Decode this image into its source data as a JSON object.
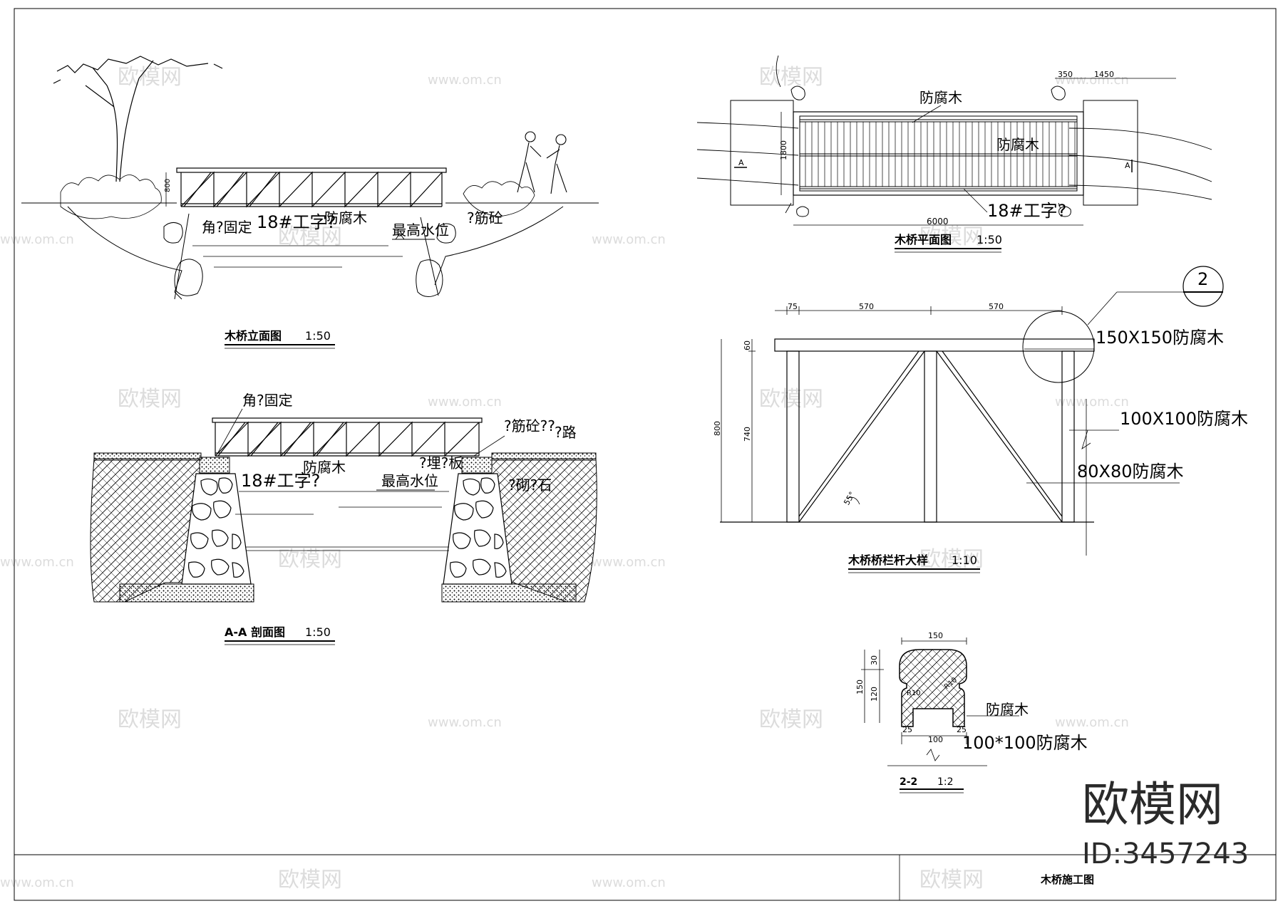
{
  "drawing_title": "木桥施工图",
  "watermark": {
    "brand": "欧模网",
    "site": "www.om.cn",
    "id": "ID:3457243"
  },
  "views": {
    "elevation": {
      "title": "木桥立面图",
      "scale": "1:50",
      "dim_height": "800",
      "labels": [
        "角?固定",
        "18#工字?",
        "防腐木",
        "最高水位",
        "?筋砼"
      ]
    },
    "section": {
      "title": "A-A 剖面图",
      "scale": "1:50",
      "labels": [
        "角?固定",
        "18#工字?",
        "防腐木",
        "最高水位",
        "?筋砼??",
        "?路",
        "?埋?板",
        "?砌?石"
      ]
    },
    "plan": {
      "title": "木桥平面图",
      "scale": "1:50",
      "labels": [
        "防腐木",
        "防腐木",
        "18#工字?"
      ],
      "dims": [
        "350",
        "1450",
        "1800",
        "6000"
      ],
      "section_mark": "A"
    },
    "railing": {
      "title": "木桥桥栏杆大样",
      "scale": "1:10",
      "dims": [
        "75",
        "570",
        "570",
        "60",
        "740",
        "800"
      ],
      "labels": [
        "150X150防腐木",
        "100X100防腐木",
        "80X80防腐木"
      ],
      "angle": "55°",
      "detail_no": "2"
    },
    "detail": {
      "title": "2-2",
      "scale": "1:2",
      "dims": [
        "150",
        "30",
        "150",
        "120",
        "25",
        "25",
        "100"
      ],
      "radius": [
        "R10",
        "R10"
      ],
      "labels": [
        "防腐木",
        "100*100防腐木"
      ]
    }
  }
}
